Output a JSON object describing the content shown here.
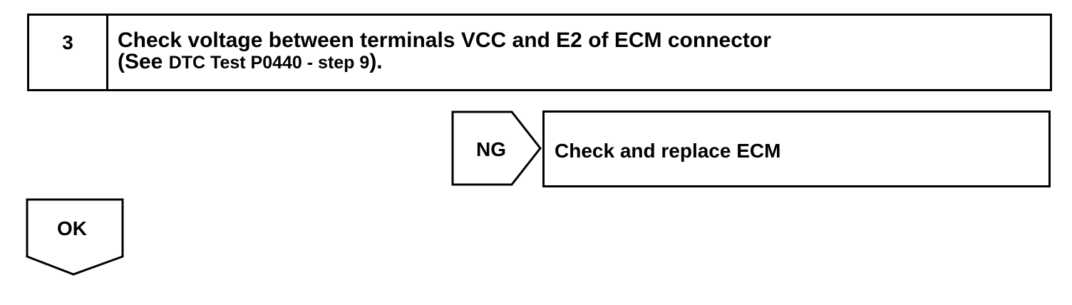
{
  "step": {
    "number": "3",
    "line1": "Check voltage between terminals VCC and E2 of ECM connector",
    "line2_prefix": "(See ",
    "line2_ref": "DTC Test P0440 - step 9",
    "line2_suffix": ")."
  },
  "ng": {
    "label": "NG",
    "action": "Check and replace ECM"
  },
  "ok": {
    "label": "OK"
  }
}
